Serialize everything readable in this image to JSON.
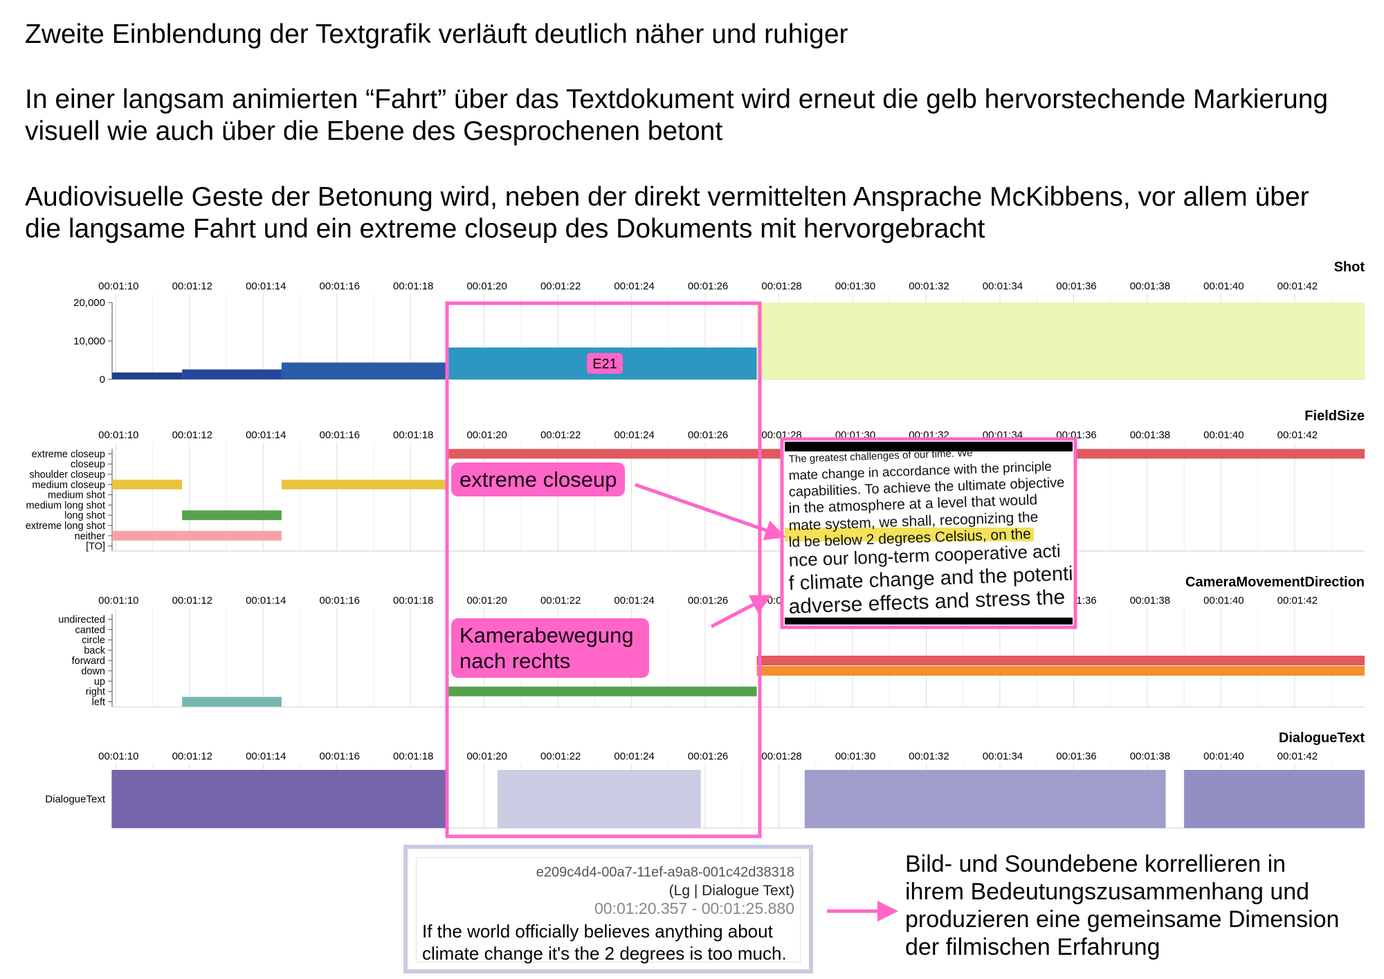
{
  "intro": {
    "line1": "Zweite Einblendung der Textgrafik verläuft deutlich näher und ruhiger",
    "para2_line1": "In einer langsam animierten “Fahrt” über das Textdokument wird erneut die gelb hervorstechende Markierung",
    "para2_line2": "visuell wie auch über die Ebene des Gesprochenen betont",
    "para3_line1": "Audiovisuelle Geste der Betonung wird, neben der direkt vermittelten Ansprache McKibbens, vor allem über",
    "para3_line2": "die langsame Fahrt und ein extreme closeup des Dokuments mit hervorgebracht"
  },
  "colors": {
    "highlight": "#ff66c8",
    "grid": "#dddddd",
    "popup_border": "#c9cbe3"
  },
  "chart_data": [
    {
      "type": "bar",
      "title": "Shot",
      "time_ticks": [
        "00:01:10",
        "00:01:12",
        "00:01:14",
        "00:01:16",
        "00:01:18",
        "00:01:20",
        "00:01:22",
        "00:01:24",
        "00:01:26",
        "00:01:28",
        "00:01:30",
        "00:01:32",
        "00:01:34",
        "00:01:36",
        "00:01:38",
        "00:01:40",
        "00:01:42"
      ],
      "y_ticks": [
        "0",
        "10,000",
        "20,000"
      ],
      "ylim": [
        0,
        20000
      ],
      "bars": [
        {
          "start": 69.9,
          "end": 71.8,
          "value": 1800,
          "color": "#1f3f91"
        },
        {
          "start": 71.8,
          "end": 74.5,
          "value": 2600,
          "color": "#27469b"
        },
        {
          "start": 74.5,
          "end": 79.0,
          "value": 4400,
          "color": "#2a5ca8"
        },
        {
          "start": 79.0,
          "end": 87.4,
          "value": 8300,
          "color": "#2b97c2",
          "label": "E21"
        },
        {
          "start": 87.4,
          "end": 103.9,
          "value": 20000,
          "color": "#eaf5b6"
        }
      ]
    },
    {
      "type": "bar",
      "title": "FieldSize",
      "time_ticks": [
        "00:01:10",
        "00:01:12",
        "00:01:14",
        "00:01:16",
        "00:01:18",
        "00:01:20",
        "00:01:22",
        "00:01:24",
        "00:01:26",
        "00:01:28",
        "00:01:30",
        "00:01:32",
        "00:01:34",
        "00:01:36",
        "00:01:38",
        "00:01:40",
        "00:01:42"
      ],
      "categories": [
        "extreme closeup",
        "closeup",
        "shoulder closeup",
        "medium closeup",
        "medium shot",
        "medium long shot",
        "long shot",
        "extreme long shot",
        "neither",
        "[TO]"
      ],
      "segments": [
        {
          "category": "medium closeup",
          "start": 69.9,
          "end": 71.8,
          "color": "#e8c53e"
        },
        {
          "category": "neither",
          "start": 69.9,
          "end": 71.8,
          "color": "#f7a1a8"
        },
        {
          "category": "long shot",
          "start": 71.8,
          "end": 74.5,
          "color": "#55a24d"
        },
        {
          "category": "neither",
          "start": 71.8,
          "end": 74.5,
          "color": "#f7a1a8"
        },
        {
          "category": "medium closeup",
          "start": 74.5,
          "end": 79.0,
          "color": "#e8c53e"
        },
        {
          "category": "extreme closeup",
          "start": 79.0,
          "end": 103.9,
          "color": "#e05a5e"
        }
      ]
    },
    {
      "type": "bar",
      "title": "CameraMovementDirection",
      "time_ticks": [
        "00:01:10",
        "00:01:12",
        "00:01:14",
        "00:01:16",
        "00:01:18",
        "00:01:20",
        "00:01:22",
        "00:01:24",
        "00:01:26",
        "00:01:28",
        "00:01:30",
        "00:01:32",
        "00:01:34",
        "00:01:36",
        "00:01:38",
        "00:01:40",
        "00:01:42"
      ],
      "categories": [
        "undirected",
        "canted",
        "circle",
        "back",
        "forward",
        "down",
        "up",
        "right",
        "left"
      ],
      "segments": [
        {
          "category": "left",
          "start": 71.8,
          "end": 74.5,
          "color": "#76b7b2"
        },
        {
          "category": "right",
          "start": 79.0,
          "end": 87.4,
          "color": "#55a24d"
        },
        {
          "category": "forward",
          "start": 87.4,
          "end": 103.9,
          "color": "#e05a5e"
        },
        {
          "category": "down",
          "start": 87.4,
          "end": 103.9,
          "color": "#f28e2b"
        }
      ]
    },
    {
      "type": "bar",
      "title": "DialogueText",
      "time_ticks": [
        "00:01:10",
        "00:01:12",
        "00:01:14",
        "00:01:16",
        "00:01:18",
        "00:01:20",
        "00:01:22",
        "00:01:24",
        "00:01:26",
        "00:01:28",
        "00:01:30",
        "00:01:32",
        "00:01:34",
        "00:01:36",
        "00:01:38",
        "00:01:40",
        "00:01:42"
      ],
      "categories": [
        "DialogueText"
      ],
      "segments": [
        {
          "category": "DialogueText",
          "start": 69.9,
          "end": 79.0,
          "color": "#7565ab"
        },
        {
          "category": "DialogueText",
          "start": 80.357,
          "end": 85.88,
          "color": "#cccde4"
        },
        {
          "category": "DialogueText",
          "start": 88.7,
          "end": 98.5,
          "color": "#a09dca"
        },
        {
          "category": "DialogueText",
          "start": 99.0,
          "end": 103.9,
          "color": "#928fc4"
        }
      ]
    }
  ],
  "annotations": {
    "callout1": "extreme closeup",
    "callout2": "Kamerabewegung nach rechts",
    "screenshot_lines": [
      "The greatest challenges of our time. We",
      "mate change in accordance with the principle",
      "capabilities. To achieve the ultimate objective",
      "in the atmosphere at a level that would",
      "mate system, we shall, recognizing the",
      "ld be below 2 degrees Celsius, on the",
      "nce our long-term cooperative acti",
      "f climate change and the potenti",
      "adverse effects and stress the"
    ]
  },
  "popup": {
    "id": "e209c4d4-00a7-11ef-a9a8-001c42d38318",
    "type": "(Lg | Dialogue Text)",
    "time": "00:01:20.357 - 00:01:25.880",
    "text": "If the world officially believes anything about climate change it's the 2 degrees is too much."
  },
  "conclusion": {
    "line1": "Bild- und Soundebene korrellieren in",
    "line2": "ihrem Bedeutungszusammenhang und",
    "line3": "produzieren eine gemeinsame Dimension",
    "line4": "der filmischen Erfahrung"
  }
}
